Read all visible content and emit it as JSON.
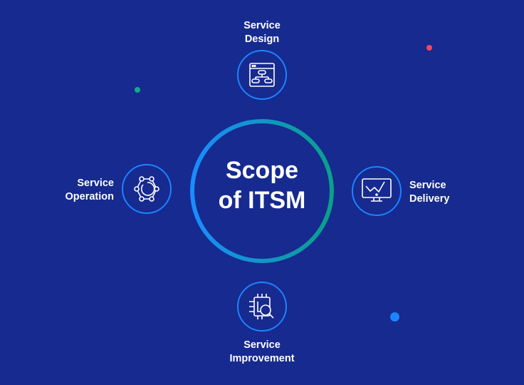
{
  "center": {
    "line1": "Scope",
    "line2": "of ITSM"
  },
  "nodes": {
    "design": {
      "line1": "Service",
      "line2": "Design",
      "icon": "flowchart-window-icon"
    },
    "operation": {
      "line1": "Service",
      "line2": "Operation",
      "icon": "cycle-network-icon"
    },
    "delivery": {
      "line1": "Service",
      "line2": "Delivery",
      "icon": "monitor-chart-icon"
    },
    "improvement": {
      "line1": "Service",
      "line2": "Improvement",
      "icon": "chip-search-icon"
    }
  },
  "colors": {
    "background": "#162a90",
    "ring_start": "#1a8cff",
    "ring_end": "#0aa08a",
    "node_border": "#1b84ff"
  }
}
